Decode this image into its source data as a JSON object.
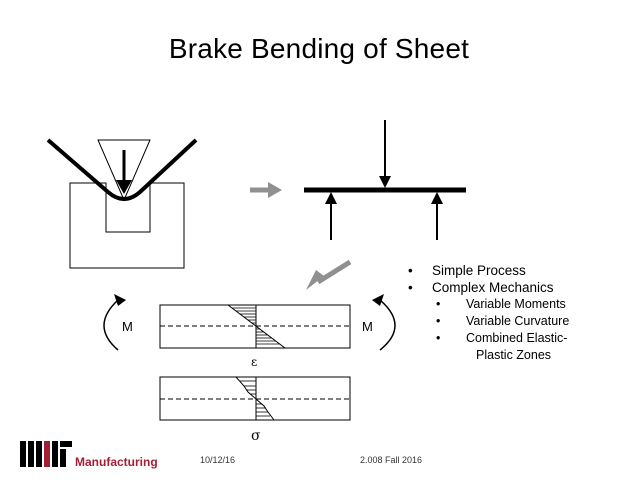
{
  "title": "Brake Bending of Sheet",
  "diagram": {
    "moment_label_left": "M",
    "moment_label_right": "M",
    "strain_symbol": "ε",
    "stress_symbol": "σ"
  },
  "bullets": {
    "items": [
      {
        "label": "Simple Process"
      },
      {
        "label": "Complex Mechanics"
      }
    ],
    "sub_items": [
      {
        "label": "Variable Moments"
      },
      {
        "label": "Variable Curvature"
      },
      {
        "label": "Combined Elastic-",
        "continuation": "Plastic Zones"
      }
    ],
    "bullet_char": "•"
  },
  "footer": {
    "logo_text": "Manufacturing",
    "date": "10/12/16",
    "course": "2.008 Fall 2016",
    "brand_color": "#a31f34"
  }
}
